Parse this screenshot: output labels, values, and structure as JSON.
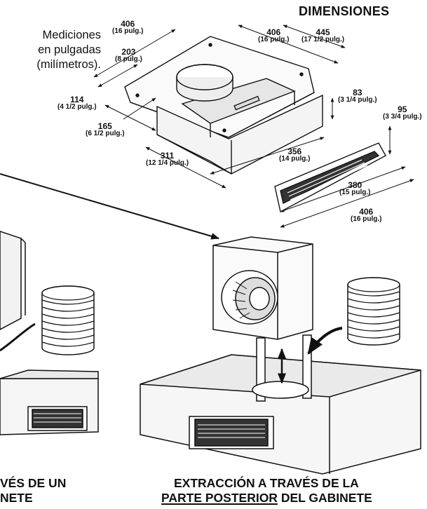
{
  "header": {
    "title": "DIMENSIONES",
    "note_lines": [
      "Mediciones",
      "en pulgadas",
      "(milímetros)."
    ]
  },
  "dimensions": [
    {
      "id": "d406_top",
      "value": "406",
      "sub": "(16 pulg.)"
    },
    {
      "id": "d203",
      "value": "203",
      "sub": "(8 pulg.)"
    },
    {
      "id": "d406_right",
      "value": "406",
      "sub": "(16 pulg.)"
    },
    {
      "id": "d445",
      "value": "445",
      "sub": "(17 1/2 pulg.)"
    },
    {
      "id": "d114",
      "value": "114",
      "sub": "(4 1/2 pulg.)"
    },
    {
      "id": "d165",
      "value": "165",
      "sub": "(6 1/2 pulg.)"
    },
    {
      "id": "d83",
      "value": "83",
      "sub": "(3 1/4 pulg.)"
    },
    {
      "id": "d95",
      "value": "95",
      "sub": "(3 3/4 pulg.)"
    },
    {
      "id": "d311",
      "value": "311",
      "sub": "(12 1/4 pulg.)"
    },
    {
      "id": "d356",
      "value": "356",
      "sub": "(14 pulg.)"
    },
    {
      "id": "d380",
      "value": "380",
      "sub": "(15 pulg.)"
    },
    {
      "id": "d406_grille",
      "value": "406",
      "sub": "(16 pulg.)"
    }
  ],
  "captions": {
    "left_line1": "VÉS DE UN",
    "left_line2": "NETE",
    "right_line1": "EXTRACCIÓN A TRAVÉS DE LA",
    "right_line2_underlined": "PARTE POSTERIOR",
    "right_line2_rest": " DEL GABINETE"
  }
}
